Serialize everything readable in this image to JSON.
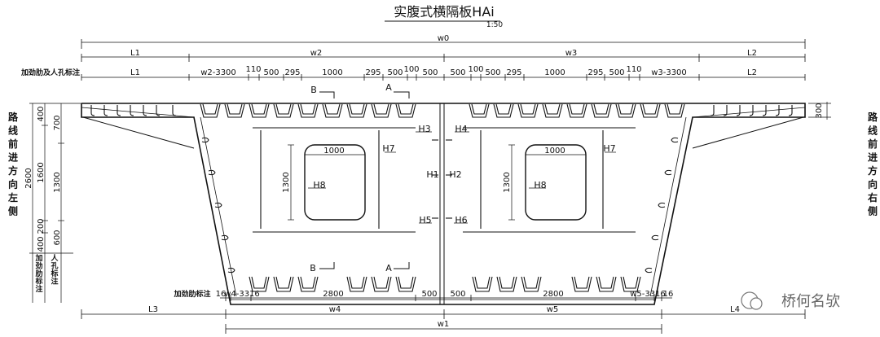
{
  "title": "实腹式横隔板HAi",
  "scale": "1:50",
  "top_total": "w0",
  "top_level": [
    "L1",
    "w2",
    "w3",
    "L2"
  ],
  "stiffener_note": "加劲肋及人孔标注",
  "top_detail": [
    "L1",
    "w2-3300",
    "110",
    "500",
    "295",
    "1000",
    "295",
    "500",
    "100",
    "500",
    "500",
    "100",
    "500",
    "295",
    "1000",
    "295",
    "500",
    "110",
    "w3-3300",
    "L2"
  ],
  "sections": {
    "b_top": "B",
    "a_top": "A",
    "b_bottom": "B",
    "a_bottom": "A"
  },
  "labels": {
    "h1": "H1",
    "h2": "H2",
    "h3": "H3",
    "h4": "H4",
    "h5": "H5",
    "h6": "H6",
    "h7_left": "H7",
    "h7_right": "H7",
    "h8_left": "H8",
    "h8_right": "H8"
  },
  "hole_width_left": "1000",
  "hole_width_right": "1000",
  "hole_height_left": "1300",
  "hole_height_right": "1300",
  "right_dim": "300",
  "left_dims": {
    "total": "2600",
    "a": [
      "400",
      "1600",
      "200",
      "400"
    ],
    "b": [
      "700",
      "1300",
      "600"
    ]
  },
  "left_notes": [
    "加劲肋标注",
    "人孔标注"
  ],
  "side_left": "路线前进方向左侧",
  "side_right": "路线前进方向右侧",
  "bottom_note": "加劲肋标注",
  "bottom_detail": [
    "16",
    "w4-3316",
    "2800",
    "500",
    "500",
    "2800",
    "w5-3316",
    "16"
  ],
  "bottom_level": [
    "L3",
    "w4",
    "w5",
    "L4"
  ],
  "bottom_total": "w1",
  "watermark": "桥何名欤"
}
